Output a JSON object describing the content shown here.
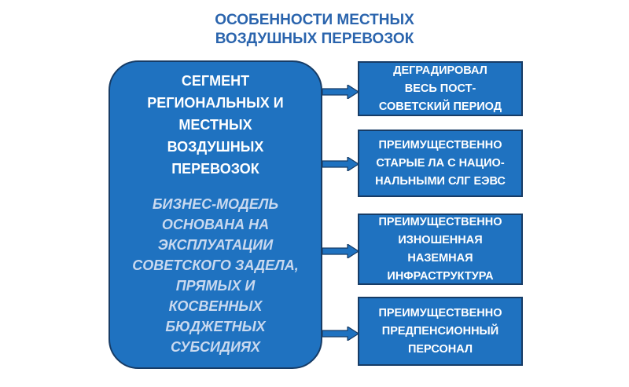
{
  "title": [
    "ОСОБЕННОСТИ МЕСТНЫХ",
    "ВОЗДУШНЫХ ПЕРЕВОЗОК"
  ],
  "main": {
    "heading": "СЕГМЕНТ\nРЕГИОНАЛЬНЫХ И\nМЕСТНЫХ\nВОЗДУШНЫХ\nПЕРЕВОЗОК",
    "subtext": "БИЗНЕС-МОДЕЛЬ\nОСНОВАНА НА\nЭКСПЛУАТАЦИИ\nСОВЕТСКОГО ЗАДЕЛА,\nПРЯМЫХ И\nКОСВЕННЫХ\nБЮДЖЕТНЫХ\nСУБСИДИЯХ"
  },
  "boxes": [
    "ДЕГРАДИРОВАЛ\nВЕСЬ ПОСТ-\nСОВЕТСКИЙ ПЕРИОД",
    "ПРЕИМУЩЕСТВЕННО\nСТАРЫЕ ЛА С НАЦИО-\nНАЛЬНЫМИ СЛГ ЕЭВС",
    "ПРЕИМУЩЕСТВЕННО\nИЗНОШЕННАЯ\nНАЗЕМНАЯ\nИНФРАСТРУКТУРА",
    "ПРЕИМУЩЕСТВЕННО\nПРЕДПЕНСИОННЫЙ\nПЕРСОНАЛ"
  ]
}
